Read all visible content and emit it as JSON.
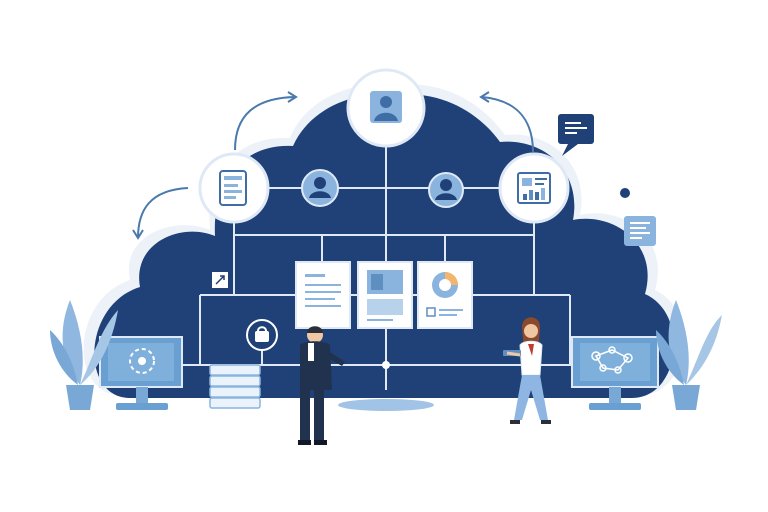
{
  "colors": {
    "background": "#ffffff",
    "cloud": "#1f4177",
    "cloud_outline": "#e6edf6",
    "line": "#dfe9f6",
    "accent_light": "#8ab4de",
    "accent_mid": "#5f8fc0",
    "plant": "#8fb7df",
    "pot": "#7aa8d6",
    "person_suit": "#21324f",
    "person_shirt": "#ffffff",
    "person_pants_light": "#8fb6e2",
    "hair": "#8a4a2b"
  },
  "scene": {
    "nodes": [
      {
        "kind": "user-profile",
        "icon": "user-avatar-icon"
      },
      {
        "kind": "tablet-document",
        "icon": "tablet-icon"
      },
      {
        "kind": "analytics-dashboard",
        "icon": "chart-dashboard-icon"
      }
    ],
    "documents": [
      {
        "kind": "text-document",
        "icon": "document-text-icon"
      },
      {
        "kind": "image-document",
        "icon": "document-image-icon"
      },
      {
        "kind": "pie-chart-document",
        "icon": "pie-chart-icon"
      }
    ],
    "people": [
      {
        "role": "businessman",
        "icon": "businessman-icon"
      },
      {
        "role": "woman-with-tablet",
        "icon": "woman-with-tablet-icon"
      }
    ]
  }
}
